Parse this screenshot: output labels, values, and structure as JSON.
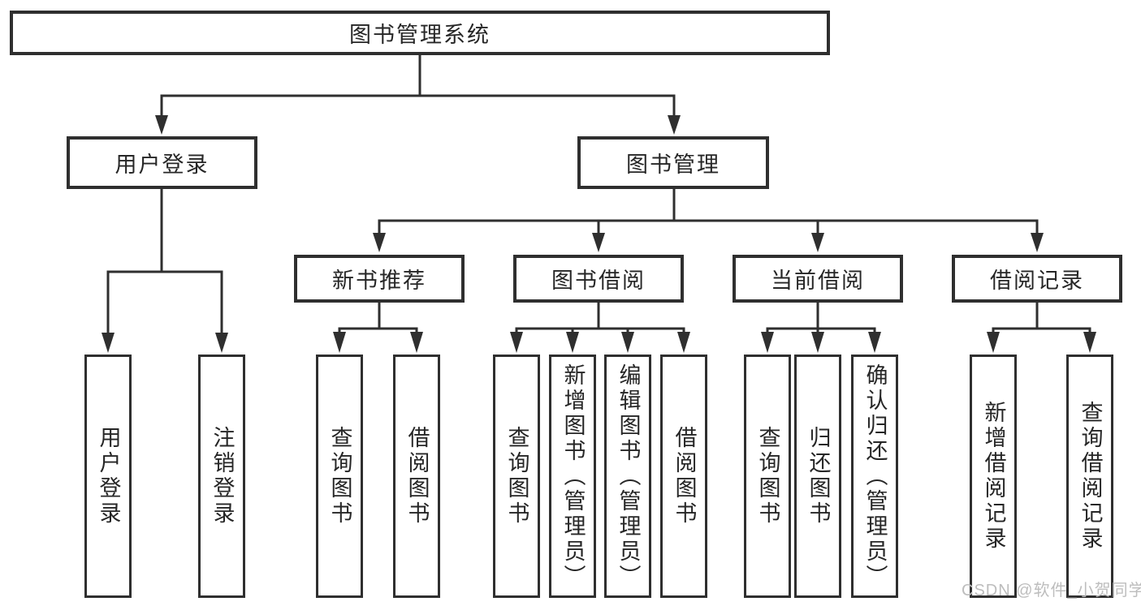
{
  "title": "图书管理系统",
  "tree": {
    "root": {
      "label": "图书管理系统",
      "children": [
        {
          "label": "用户登录",
          "children": [
            {
              "label": "用户登录"
            },
            {
              "label": "注销登录"
            }
          ]
        },
        {
          "label": "图书管理",
          "children": [
            {
              "label": "新书推荐",
              "children": [
                {
                  "label": "查询图书"
                },
                {
                  "label": "借阅图书"
                }
              ]
            },
            {
              "label": "图书借阅",
              "children": [
                {
                  "label": "查询图书"
                },
                {
                  "label": "新增图书（管理员）"
                },
                {
                  "label": "编辑图书（管理员）"
                },
                {
                  "label": "借阅图书"
                }
              ]
            },
            {
              "label": "当前借阅",
              "children": [
                {
                  "label": "查询图书"
                },
                {
                  "label": "归还图书"
                },
                {
                  "label": "确认归还（管理员）"
                }
              ]
            },
            {
              "label": "借阅记录",
              "children": [
                {
                  "label": "新增借阅记录"
                },
                {
                  "label": "查询借阅记录"
                }
              ]
            }
          ]
        }
      ]
    }
  },
  "watermark": {
    "text": "CSDN @软件_小贺同学",
    "color": "#bdbdbd"
  },
  "colors": {
    "line": "#2f2f2f",
    "box_border": "#2f2f2f",
    "text": "#262626",
    "background": "#ffffff"
  }
}
